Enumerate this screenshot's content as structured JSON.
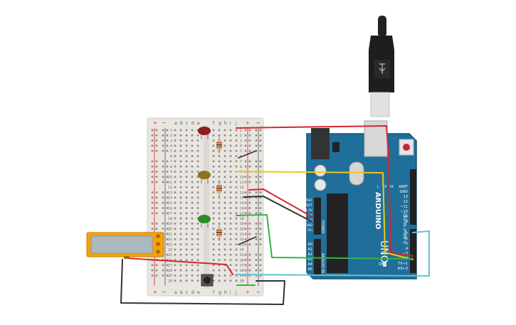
{
  "breadboard": {
    "col_letters_left": [
      "a",
      "b",
      "c",
      "d",
      "e"
    ],
    "col_letters_right": [
      "f",
      "g",
      "h",
      "i",
      "j"
    ],
    "rail_plus": "+",
    "rail_minus": "−",
    "row_numbers": [
      "1",
      "2",
      "3",
      "4",
      "5",
      "6",
      "7",
      "8",
      "9",
      "10",
      "11",
      "12",
      "13",
      "14",
      "15",
      "16",
      "17",
      "18",
      "19",
      "20",
      "21",
      "22",
      "23",
      "24",
      "25",
      "26",
      "27",
      "28",
      "29",
      "30"
    ]
  },
  "arduino": {
    "brand": "ARDUINO",
    "uno": "UNO",
    "power_label": "POWER",
    "analog_label": "ANALOG IN",
    "digital_label": "DIGITAL (PWM~)",
    "power_pins": [
      "IOREF",
      "RESET",
      "3.3V",
      "5V",
      "GND",
      "GND",
      "Vin"
    ],
    "analog_pins": [
      "A0",
      "A1",
      "A2",
      "A3",
      "A4",
      "A5"
    ],
    "digital_pins_top": [
      "AREF",
      "GND",
      "13",
      "12",
      "~11",
      "~10",
      "~9",
      "8"
    ],
    "digital_pins_bottom": [
      "7",
      "~6",
      "~5",
      "4",
      "~3",
      "2",
      "TX→1",
      "RX←0"
    ],
    "led_labels": [
      "L",
      "TX",
      "RX"
    ],
    "on_label": "ON"
  },
  "colors": {
    "red_wire": "#d9232d",
    "yellow_wire": "#f2c811",
    "green_wire": "#36b24a",
    "cyan_wire": "#5bc5d6",
    "black_wire": "#333333",
    "board_blue": "#1f6f9a",
    "breadboard": "#e9e6e1",
    "lcd_frame": "#f4a20c"
  }
}
